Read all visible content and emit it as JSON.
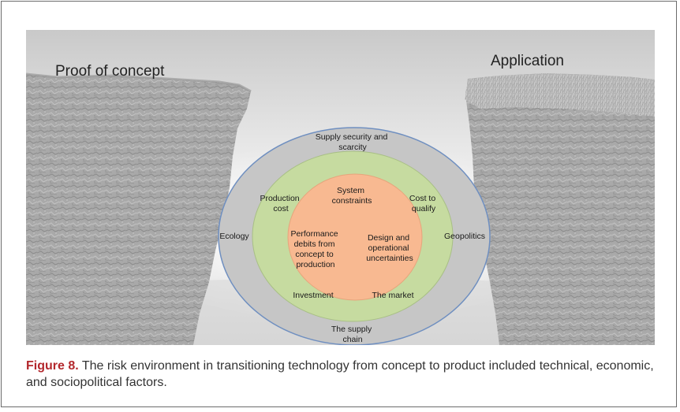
{
  "figure": {
    "left_title": "Proof of concept",
    "right_title": "Application",
    "outer_ring": {
      "top": [
        "Supply security and",
        "scarcity"
      ],
      "left": "Ecology",
      "right": "Geopolitics",
      "bottom": [
        "The supply",
        "chain"
      ]
    },
    "middle_ring": {
      "top_left": [
        "Production",
        "cost"
      ],
      "top_right": [
        "Cost to",
        "qualify"
      ],
      "bottom_left": "Investment",
      "bottom_right": "The market"
    },
    "inner_circle": {
      "top": [
        "System",
        "constraints"
      ],
      "left": [
        "Performance",
        "debits from",
        "concept to",
        "production"
      ],
      "right": [
        "Design and",
        "operational",
        "uncertainties"
      ]
    }
  },
  "caption": {
    "label": "Figure 8.",
    "text": " The risk environment in transitioning technology from concept to product included technical, economic, and sociopolitical factors."
  },
  "colors": {
    "outer_ring": "#c6c6c6",
    "middle_ring": "#c6dba0",
    "inner_circle": "#f8b991",
    "ring_stroke": "#6f8fc0",
    "caption_label": "#b3282d"
  }
}
